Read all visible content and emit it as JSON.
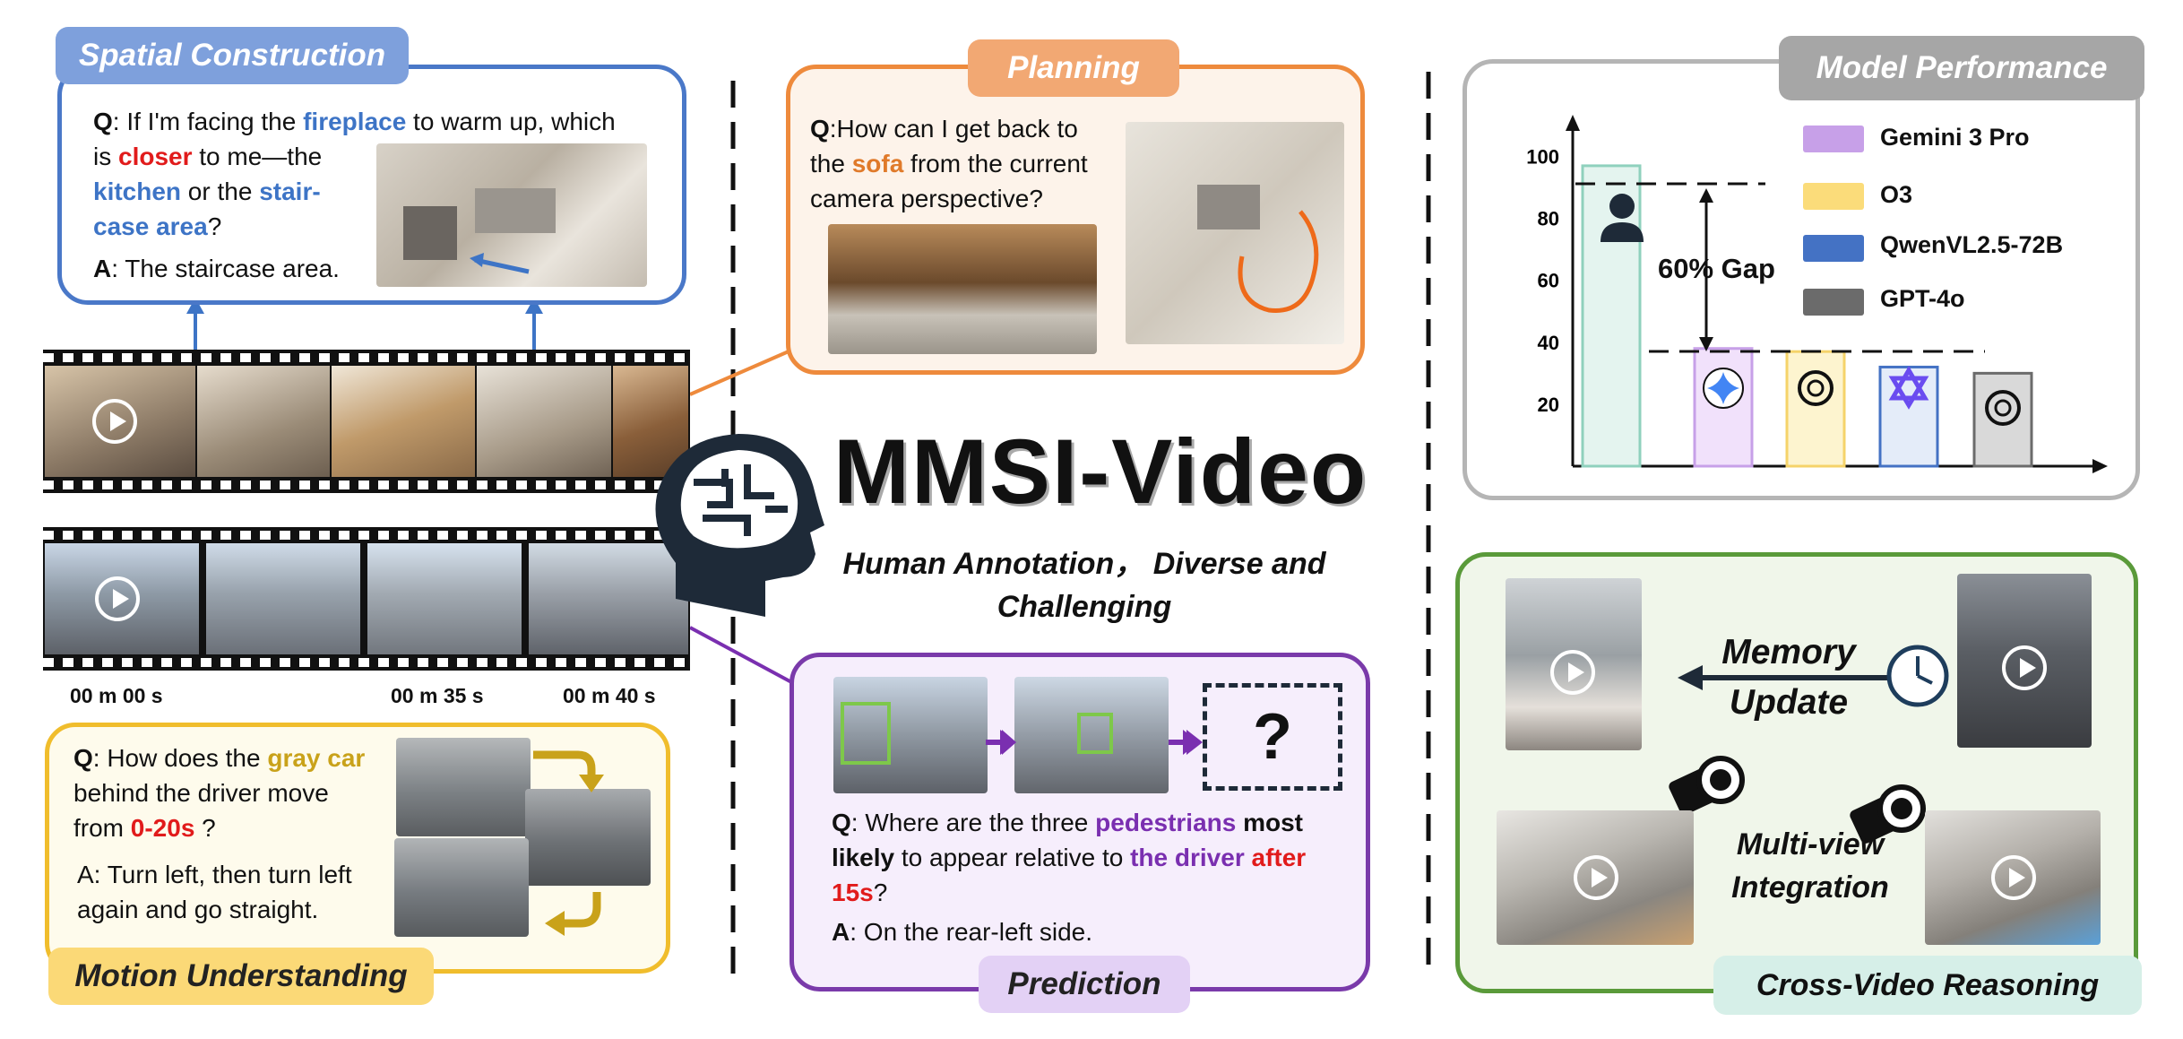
{
  "title": "MMSI-Video",
  "subtitle_line1": "Human Annotation， Diverse and",
  "subtitle_line2": "Challenging",
  "spatial": {
    "tag": "Spatial Construction",
    "q_prefix": "Q",
    "q1": ": If I'm facing the ",
    "q_fireplace": "fireplace",
    "q2": " to warm up, which",
    "q3": "is ",
    "q_closer": "closer",
    "q4": " to me—the",
    "q_kitchen": "kitchen",
    "q5": " or the ",
    "q_stair": "stair-",
    "q_case": "case area",
    "q6": "?",
    "a_prefix": "A",
    "answer": ": The staircase area."
  },
  "planning": {
    "tag": "Planning",
    "q_prefix": "Q",
    "q1": ":How can I get back to",
    "q2a": "the ",
    "q_sofa": "sofa",
    "q2b": " from the current",
    "q3": "camera perspective?"
  },
  "motion": {
    "tag": "Motion Understanding",
    "q_prefix": "Q",
    "q1": ": How does the ",
    "q_gray": "gray car",
    "q2": "behind the driver move",
    "q3": "from ",
    "q_time": "0-20s",
    "q4": " ?",
    "answer1": "A: Turn left, then turn left",
    "answer2": "again and go straight."
  },
  "prediction": {
    "tag": "Prediction",
    "question_mark": "?",
    "q_prefix": "Q",
    "q1": ": Where are the three ",
    "q_ped": "pedestrians",
    "q_most": " most",
    "q_likely": "likely",
    "q2": " to appear relative to ",
    "q_driver": "the driver",
    "q_after": " after",
    "q_15s": "15s",
    "q3": "?",
    "a_prefix": "A",
    "answer": ": On the rear-left side."
  },
  "timestamps": [
    "00 m 00 s",
    "00 m 35 s",
    "00 m 40 s"
  ],
  "performance": {
    "tag": "Model Performance",
    "gap_label": "60% Gap",
    "legend": [
      {
        "name": "Gemini 3 Pro",
        "color": "#c7a0e8"
      },
      {
        "name": "O3",
        "color": "#fbdc7a"
      },
      {
        "name": "QwenVL2.5-72B",
        "color": "#4472c4"
      },
      {
        "name": "GPT-4o",
        "color": "#6b6b6b"
      }
    ]
  },
  "chart_data": {
    "type": "bar",
    "categories": [
      "Human",
      "Gemini 3 Pro",
      "O3",
      "QwenVL2.5-72B",
      "GPT-4o"
    ],
    "values": [
      97,
      38,
      37,
      32,
      30
    ],
    "fills": [
      "#e4f4ef",
      "#f1e1fb",
      "#fdf4cf",
      "#e4ecf9",
      "#d9d9d9"
    ],
    "strokes": [
      "#8fd1bd",
      "#c7a0e8",
      "#f5d36a",
      "#4472c4",
      "#6b6b6b"
    ],
    "yticks": [
      20,
      40,
      60,
      80,
      100
    ],
    "ylim": [
      0,
      110
    ]
  },
  "cross": {
    "tag": "Cross-Video Reasoning",
    "memory1": "Memory",
    "memory2": "Update",
    "multi1": "Multi-view",
    "multi2": "Integration"
  }
}
